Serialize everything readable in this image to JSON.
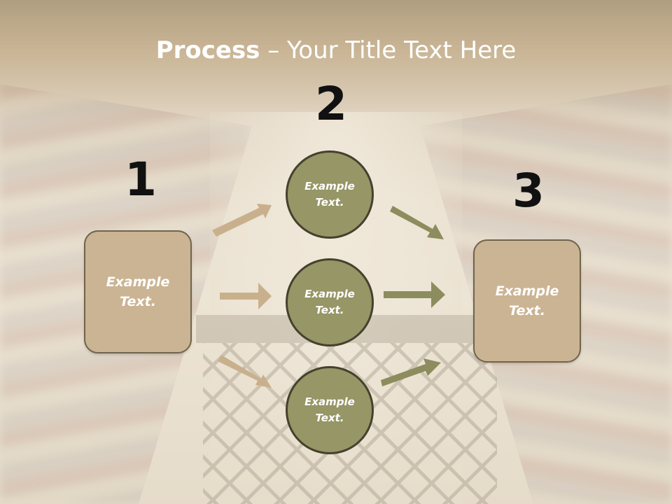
{
  "slide": {
    "title_bold": "Process",
    "title_rest": " – Your Title Text Here"
  },
  "steps": {
    "step1_number": "1",
    "step2_number": "2",
    "step3_number": "3"
  },
  "nodes": {
    "left_box": "Example\nText.",
    "circle_top": "Example\nText.",
    "circle_middle": "Example\nText.",
    "circle_bottom": "Example\nText.",
    "right_box": "Example\nText."
  },
  "colors": {
    "box_fill": "#cbb493",
    "circle_fill": "#969666",
    "arrow_left": "#c9b08c",
    "arrow_right": "#8c8c5e",
    "title_text": "#ffffff"
  }
}
